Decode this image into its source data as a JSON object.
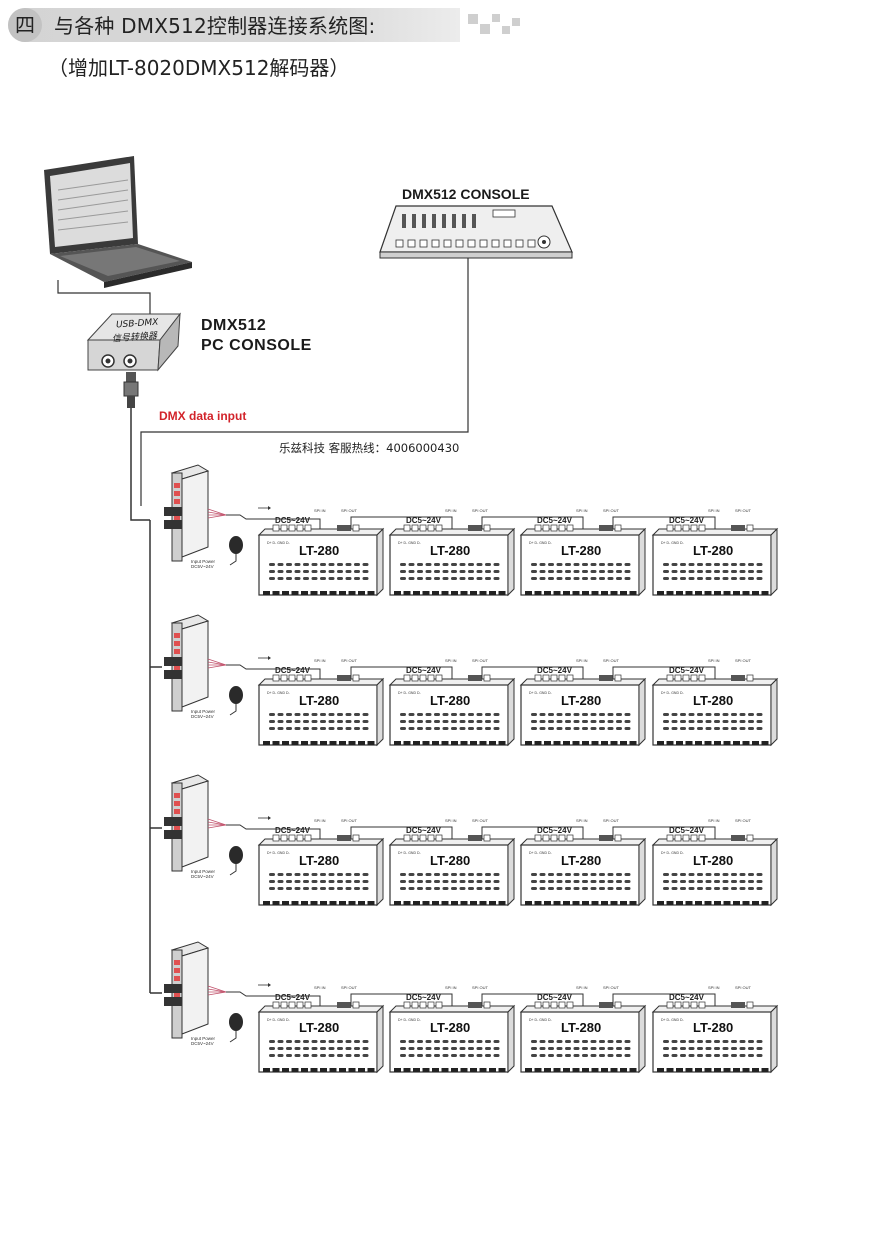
{
  "heading": {
    "number": "四",
    "title": "与各种 DMX512控制器连接系统图:",
    "subtitle": "（增加LT-8020DMX512解码器）"
  },
  "devices": {
    "console_label": "DMX512 CONSOLE",
    "usb_box_line1": "USB-DMX",
    "usb_box_line2": "信号转换器",
    "pc_console_line1": "DMX512",
    "pc_console_line2": "PC CONSOLE",
    "dmx_input_label": "DMX data input",
    "hotline": "乐兹科技 客服热线：4006000430"
  },
  "decoder": {
    "power_label_1": "Input Power",
    "power_label_2": "DC5V~24V"
  },
  "controller": {
    "model": "LT-280",
    "voltage": "DC5~24V",
    "spi_in": "SPI IN",
    "spi_out": "SPI OUT",
    "terminals": "D+ D- GND D-"
  },
  "colors": {
    "line": "#333333",
    "red_label": "#d2232a",
    "heading_bg": "#d4d4d4"
  }
}
